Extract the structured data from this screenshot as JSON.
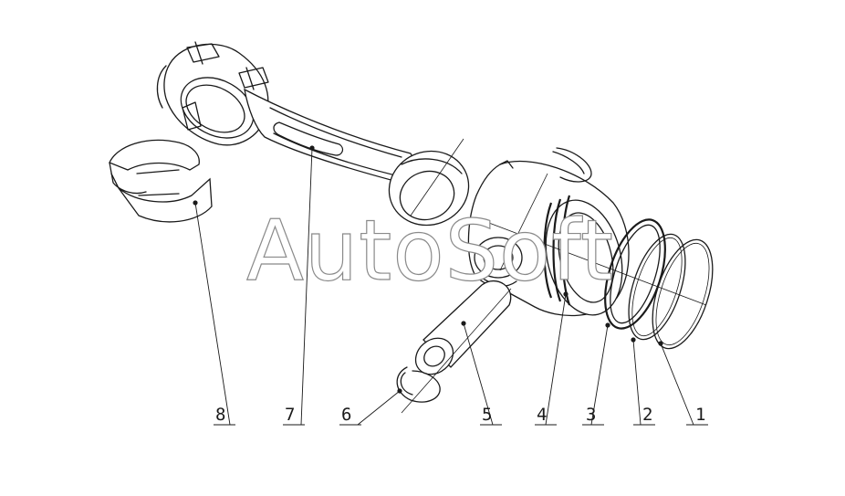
{
  "watermark": "AutoSoft",
  "callouts": [
    {
      "label": "1",
      "part": "piston-ring-top"
    },
    {
      "label": "2",
      "part": "piston-ring-second"
    },
    {
      "label": "3",
      "part": "oil-control-ring"
    },
    {
      "label": "4",
      "part": "piston"
    },
    {
      "label": "5",
      "part": "piston-pin"
    },
    {
      "label": "6",
      "part": "retaining-ring"
    },
    {
      "label": "7",
      "part": "connecting-rod"
    },
    {
      "label": "8",
      "part": "connecting-rod-bearing-shells"
    }
  ]
}
